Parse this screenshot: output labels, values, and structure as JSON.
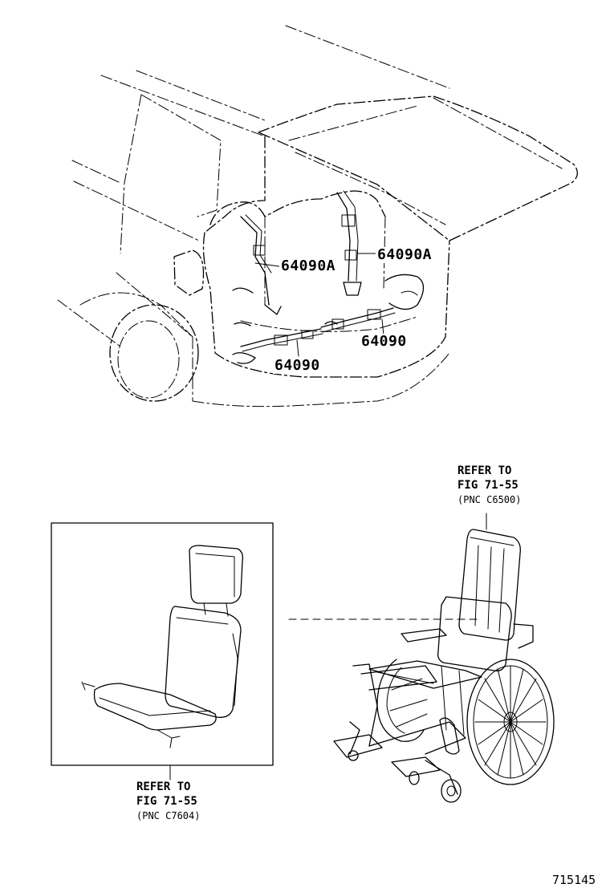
{
  "figure_number": "715145",
  "part_labels": [
    {
      "id": "label-64090a-left",
      "text": "64090A"
    },
    {
      "id": "label-64090a-right",
      "text": "64090A"
    },
    {
      "id": "label-64090-right",
      "text": "64090"
    },
    {
      "id": "label-64090-left",
      "text": "64090"
    }
  ],
  "references": {
    "wheelchair": {
      "line1": "REFER TO",
      "line2": "FIG 71-55",
      "pnc": "(PNC C6500)"
    },
    "seat": {
      "line1": "REFER TO",
      "line2": "FIG 71-55",
      "pnc": "(PNC C7604)"
    }
  }
}
